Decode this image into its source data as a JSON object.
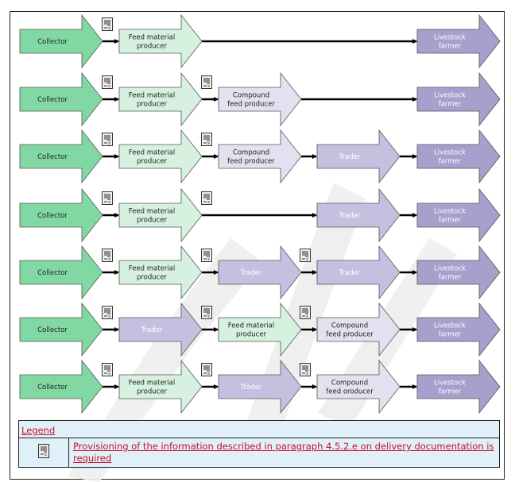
{
  "colors": {
    "collector": "#82d8a2",
    "feed_material_producer": "#d7f1e0",
    "compound_feed_producer": "#e3e1ef",
    "trader": "#c6c0e0",
    "livestock_farmer": "#a79fcc",
    "watermark": "#eeeeee",
    "legend_bg": "#dff0f8",
    "legend_text": "#c8102e"
  },
  "node_types": {
    "collector": {
      "label": [
        "Collector"
      ],
      "text_color": "#222222"
    },
    "feed_material_producer": {
      "label": [
        "Feed material",
        "producer"
      ],
      "text_color": "#222222"
    },
    "compound_feed_producer": {
      "label": [
        "Compound",
        "feed producer"
      ],
      "text_color": "#222222"
    },
    "compound_feed_producer_alt": {
      "label": [
        "Compound",
        "feed oroducer"
      ],
      "text_color": "#222222"
    },
    "trader": {
      "label": [
        "Trader"
      ],
      "text_color": "#ffffff"
    },
    "livestock_farmer": {
      "label": [
        "Livestock",
        "farmer"
      ],
      "text_color": "#ffffff"
    }
  },
  "chains": [
    {
      "nodes": [
        {
          "col": 0,
          "type": "collector"
        },
        {
          "col": 1,
          "type": "feed_material_producer"
        },
        {
          "col": 4,
          "type": "livestock_farmer"
        }
      ],
      "doc_icons": [
        1
      ]
    },
    {
      "nodes": [
        {
          "col": 0,
          "type": "collector"
        },
        {
          "col": 1,
          "type": "feed_material_producer"
        },
        {
          "col": 2,
          "type": "compound_feed_producer"
        },
        {
          "col": 4,
          "type": "livestock_farmer"
        }
      ],
      "doc_icons": [
        1,
        2
      ]
    },
    {
      "nodes": [
        {
          "col": 0,
          "type": "collector"
        },
        {
          "col": 1,
          "type": "feed_material_producer"
        },
        {
          "col": 2,
          "type": "compound_feed_producer"
        },
        {
          "col": 3,
          "type": "trader"
        },
        {
          "col": 4,
          "type": "livestock_farmer"
        }
      ],
      "doc_icons": [
        1,
        2
      ]
    },
    {
      "nodes": [
        {
          "col": 0,
          "type": "collector"
        },
        {
          "col": 1,
          "type": "feed_material_producer"
        },
        {
          "col": 3,
          "type": "trader"
        },
        {
          "col": 4,
          "type": "livestock_farmer"
        }
      ],
      "doc_icons": [
        1,
        2
      ]
    },
    {
      "nodes": [
        {
          "col": 0,
          "type": "collector"
        },
        {
          "col": 1,
          "type": "feed_material_producer"
        },
        {
          "col": 2,
          "type": "trader"
        },
        {
          "col": 3,
          "type": "trader"
        },
        {
          "col": 4,
          "type": "livestock_farmer"
        }
      ],
      "doc_icons": [
        1,
        2,
        3
      ]
    },
    {
      "nodes": [
        {
          "col": 0,
          "type": "collector"
        },
        {
          "col": 1,
          "type": "trader"
        },
        {
          "col": 2,
          "type": "feed_material_producer"
        },
        {
          "col": 3,
          "type": "compound_feed_producer"
        },
        {
          "col": 4,
          "type": "livestock_farmer"
        }
      ],
      "doc_icons": [
        1,
        2,
        3
      ]
    },
    {
      "nodes": [
        {
          "col": 0,
          "type": "collector"
        },
        {
          "col": 1,
          "type": "feed_material_producer"
        },
        {
          "col": 2,
          "type": "trader"
        },
        {
          "col": 3,
          "type": "compound_feed_producer_alt"
        },
        {
          "col": 4,
          "type": "livestock_farmer"
        }
      ],
      "doc_icons": [
        1,
        2,
        3
      ]
    }
  ],
  "legend": {
    "title": "Legend",
    "icon": "delivery-document-icon",
    "text": "Provisioning of the information described in paragraph 4.5.2.e on delivery documentation is required"
  }
}
